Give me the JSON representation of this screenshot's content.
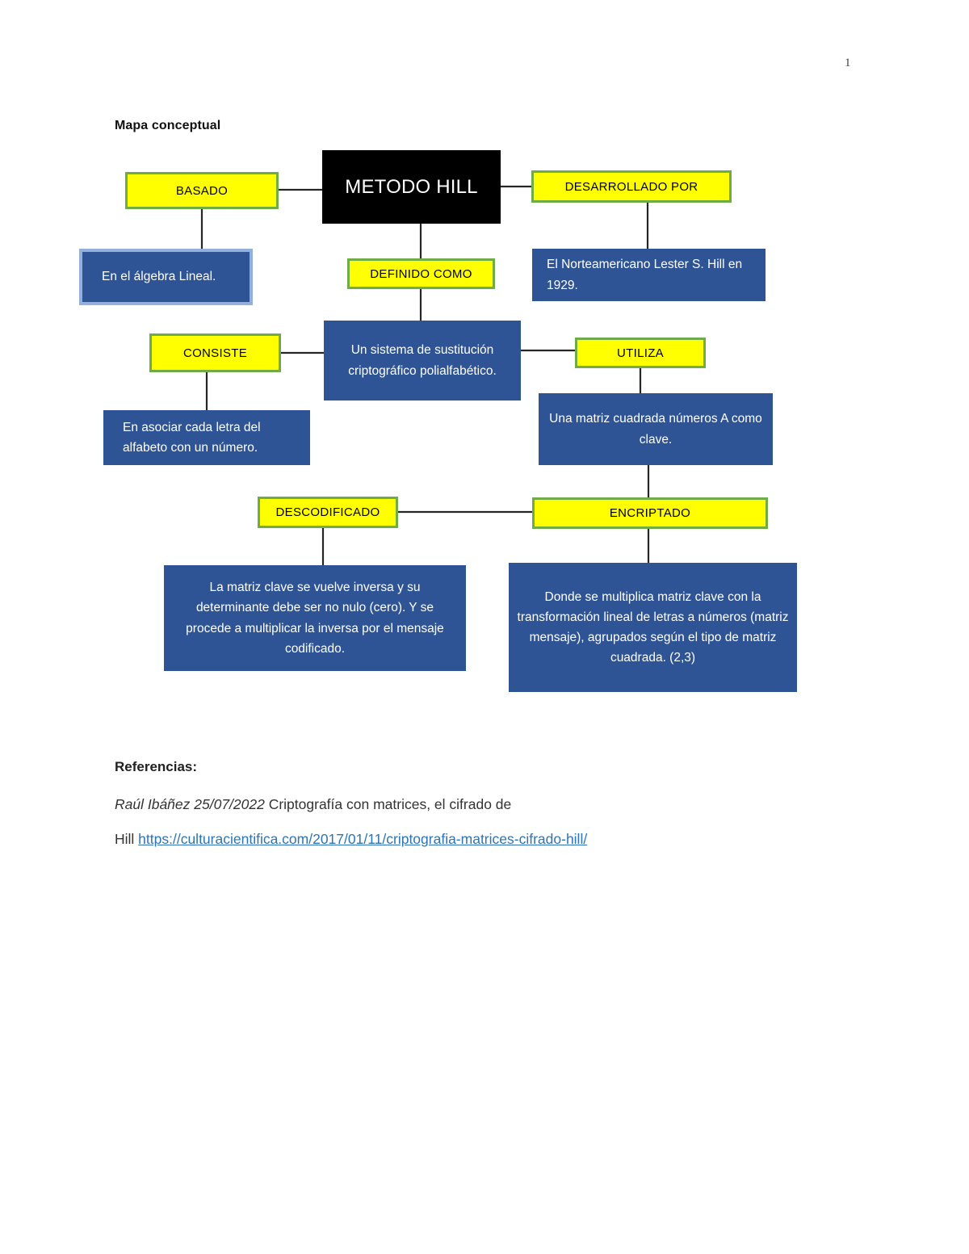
{
  "document": {
    "page_number": "1",
    "section_title": "Mapa conceptual"
  },
  "colors": {
    "root_fill": "#000000",
    "label_fill": "#FFFF00",
    "label_border": "#6FAC46",
    "content_fill": "#2F5496",
    "content_frame": "#93AFDB",
    "link": "#2E74B5",
    "connector": "#262626"
  },
  "diagram": {
    "type": "concept-map",
    "root": {
      "id": "metodo-hill",
      "label": "METODO HILL"
    },
    "labels": {
      "basado": "BASADO",
      "desarrollado_por": "DESARROLLADO POR",
      "definido_como": "DEFINIDO COMO",
      "consiste": "CONSISTE",
      "utiliza": "UTILIZA",
      "descodificado": "DESCODIFICADO",
      "encriptado": "ENCRIPTADO"
    },
    "content": {
      "algebra_lineal": "En el álgebra Lineal.",
      "lester_hill": "El Norteamericano Lester S. Hill en 1929.",
      "sistema_sustitucion": "Un sistema de sustitución criptográfico polialfabético.",
      "asociar_letras": "En asociar cada letra del alfabeto con un número.",
      "matriz_cuadrada": "Una matriz cuadrada números A como clave.",
      "descodificado_desc": "La matriz clave se vuelve inversa y su determinante debe ser no nulo (cero). Y se procede a multiplicar la inversa por el mensaje codificado.",
      "encriptado_desc": "Donde se multiplica matriz clave con la transformación lineal de letras a números (matriz mensaje), agrupados según el tipo de matriz cuadrada. (2,3)"
    },
    "edges": [
      {
        "from": "basado",
        "to": "metodo-hill",
        "kind": "horizontal"
      },
      {
        "from": "metodo-hill",
        "to": "desarrollado-por",
        "kind": "horizontal"
      },
      {
        "from": "basado",
        "to": "algebra-lineal",
        "kind": "vertical"
      },
      {
        "from": "desarrollado-por",
        "to": "lester-hill",
        "kind": "vertical"
      },
      {
        "from": "metodo-hill",
        "to": "definido-como",
        "kind": "vertical"
      },
      {
        "from": "definido-como",
        "to": "sistema-sustitucion",
        "kind": "vertical"
      },
      {
        "from": "consiste",
        "to": "sistema-sustitucion",
        "kind": "horizontal"
      },
      {
        "from": "sistema-sustitucion",
        "to": "utiliza",
        "kind": "horizontal"
      },
      {
        "from": "consiste",
        "to": "asociar-letras",
        "kind": "vertical"
      },
      {
        "from": "utiliza",
        "to": "matriz-cuadrada",
        "kind": "vertical"
      },
      {
        "from": "matriz-cuadrada",
        "to": "encriptado",
        "kind": "vertical"
      },
      {
        "from": "descodificado",
        "to": "encriptado",
        "kind": "horizontal"
      },
      {
        "from": "descodificado",
        "to": "descodificado-desc",
        "kind": "vertical"
      },
      {
        "from": "encriptado",
        "to": "encriptado-desc",
        "kind": "vertical"
      }
    ]
  },
  "references": {
    "title": "Referencias:",
    "citation_author_date": "Raúl Ibáñez 25/07/2022",
    "citation_text": " Criptografía con matrices, el cifrado de",
    "line2_prefix": "Hill ",
    "url": "https://culturacientifica.com/2017/01/11/criptografia-matrices-cifrado-hill/"
  }
}
